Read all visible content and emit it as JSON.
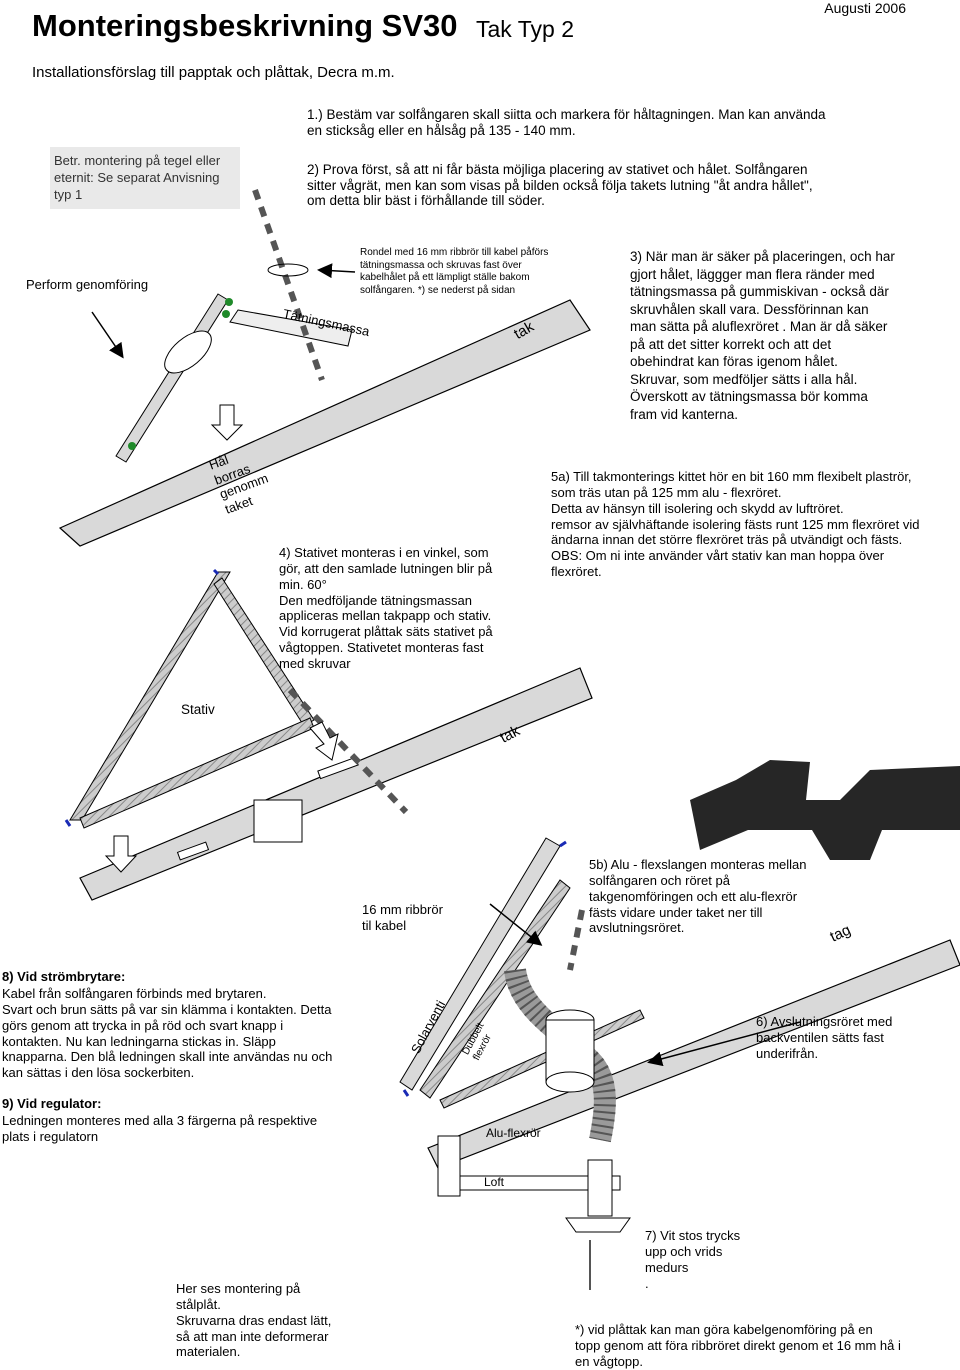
{
  "header": {
    "title": "Monteringsbeskrivning SV30",
    "subtitle_right": "Tak  Typ 2",
    "date": "Augusti 2006",
    "subtitle": "Installationsförslag till  papptak och plåttak, Decra m.m."
  },
  "note_box": "Betr. montering på tegel eller\neternit:  Se separat Anvisning\ntyp 1",
  "steps": {
    "s1": "1.) Bestäm var  solfångaren skall siitta och markera för håltagningen.  Man kan använda\nen sticksåg eller en hålsåg på 135 - 140 mm.",
    "s2": "2) Prova först, så att ni får bästa möjliga placering av stativet och hålet. Solfångaren\nsitter vågrät, men kan som visas på bilden också följa takets lutning \"åt andra hållet\",\nom detta blir bäst i förhållande till söder.",
    "s3": "3) När man är säker på placeringen, och har\ngjort hålet, läggger man flera ränder med\ntätningsmassa på gummiskivan - också där\nskruvhålen skall vara. Dessförinnan kan\nman sätta på aluflexröret . Man är då säker\npå  att det sitter korrekt och att det\nobehindrat kan föras igenom hålet.\nSkruvar, som medföljer sätts i alla hål.\nÖverskott av tätningsmassa bör komma\nfram vid kanterna.",
    "s4": "4) Stativet monteras i en vinkel, som\ngör, att den samlade lutningen blir på\nmin. 60°\nDen medföljande tätningsmassan\nappliceras mellan takpapp och stativ.\nVid korrugerat plåttak säts stativet på\nvågtoppen.  Stativetet monteras fast\nmed skruvar",
    "s5a": "5a) Till takmonterings kittet hör en bit 160 mm flexibelt plaströr,\nsom träs utan på 125 mm alu - flexröret.\nDetta av hänsyn till isolering och skydd av luftröret.\nremsor av självhäftande isolering fästs runt 125 mm flexröret vid\nändarna innan det större flexröret  träs på utvändigt och fästs.\nOBS: Om  ni inte använder vårt stativ kan man hoppa över\nflexröret.",
    "s5b": "5b) Alu - flexslangen monteras mellan\nsolfångaren och röret på\ntakgenomföringen  och ett alu-flexrör\n fästs vidare under taket ner till\n     avslutningsröret.",
    "s6": "6) Avslutningsröret med\nbackventilen sätts  fast\nunderifrån.",
    "s7": "7) Vit stos trycks\nupp och vrids\nmedurs\n.",
    "s8_title": "8) Vid strömbrytare:",
    "s8_body": "Kabel från solfångaren förbinds med brytaren.\nSvart och brun sätts på var sin klämma i kontakten. Detta\ngörs genom att trycka in på röd och svart knapp i\nkontakten. Nu kan ledningarna stickas in. Släpp\nknapparna. Den blå ledningen skall inte användas nu och\nkan sättas i  den lösa sockerbiten.",
    "s9_title": "9) Vid regulator:",
    "s9_body": "Ledningen monteres med alla 3 färgerna på respektive\nplats i regulatorn",
    "rondel": "Rondel med 16 mm ribbrör till kabel påförs\ntätningsmassa och skruvas fast över\nkabelhålet på ett lämpligt ställe  bakom\nsolfångaren. *) se nederst på sidan",
    "stal": "Her ses montering på\nstålplåt.\nSkruvarna dras endast lätt,\nså att man inte deformerar\nmaterialen.",
    "footnote": "*) vid plåttak kan man göra kabelgenomföring på en\ntopp genom att föra ribbröret direkt genom et 16 mm hå i\nen vågtopp."
  },
  "labels": {
    "perform": "Perform genomföring",
    "tak1": "tak",
    "tak2": "tak",
    "tag": "tag",
    "tatningsmassa": "Tätningsmassa",
    "hal": "Hål\nborras\ngenomm\ntaket",
    "stativ": "Stativ",
    "ribbror": "16 mm ribbrör\ntil kabel",
    "solarventi": "Solarventi",
    "dubbelt": "Dubbelt\nflexrör",
    "aluflex": "Alu-flexrör",
    "loft": "Loft"
  },
  "colors": {
    "roof_fill": "#d9d9d9",
    "dark_fill": "#262626",
    "green": "#1f8a2a",
    "blue": "#1a2bb5",
    "box_bg": "#e9e9e9"
  }
}
